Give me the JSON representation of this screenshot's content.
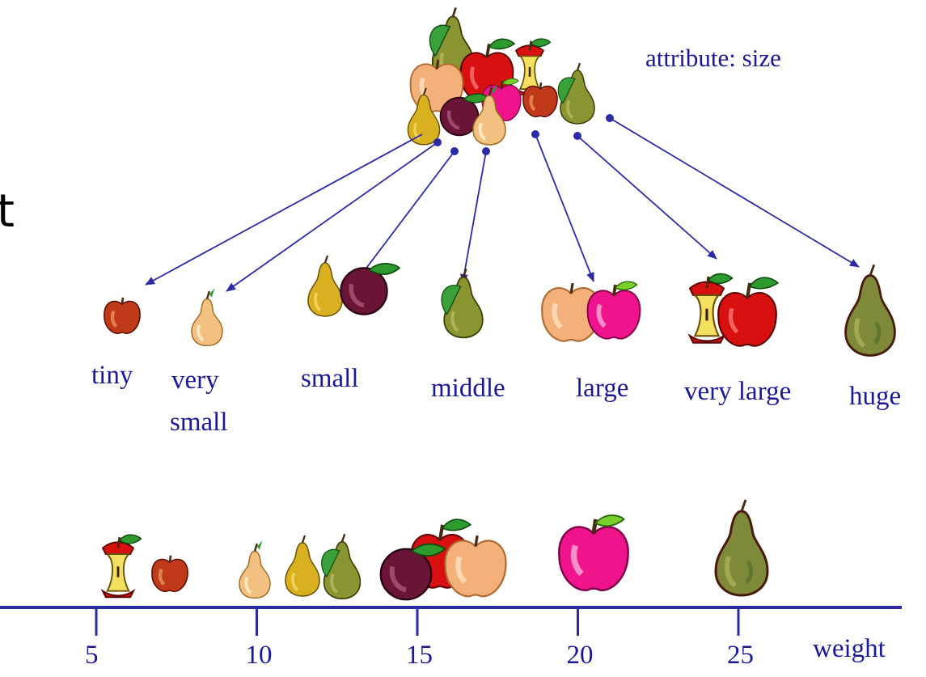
{
  "fragment_text": "t",
  "attribute_title": "attribute: size",
  "categories": [
    "tiny",
    "very small",
    "small",
    "middle",
    "large",
    "very large",
    "huge"
  ],
  "category_labels": {
    "tiny": "tiny",
    "very_small_line1": "very",
    "very_small_line2": "small",
    "small": "small",
    "middle": "middle",
    "large": "large",
    "very_large": "very large",
    "huge": "huge"
  },
  "axis": {
    "label": "weight",
    "ticks": [
      "5",
      "10",
      "15",
      "20",
      "25"
    ],
    "tick_values": [
      5,
      10,
      15,
      20,
      25
    ]
  },
  "colors": {
    "line": "#2b2ba8",
    "text": "#1a1a99",
    "red_apple": "#d81010",
    "pink_apple": "#f0148c",
    "peach_apple": "#f4b07a",
    "yellow_pear": "#d9b020",
    "green_pear": "#8a9430",
    "plum": "#6a1438",
    "leaf": "#2e9a2e"
  },
  "fruit_icons": [
    "apple-core-icon",
    "small-apple-icon",
    "peach-pear-icon",
    "yellow-pear-icon",
    "green-pear-icon",
    "plum-icon",
    "red-apple-icon",
    "peach-apple-icon",
    "pink-apple-icon",
    "big-pear-icon"
  ]
}
